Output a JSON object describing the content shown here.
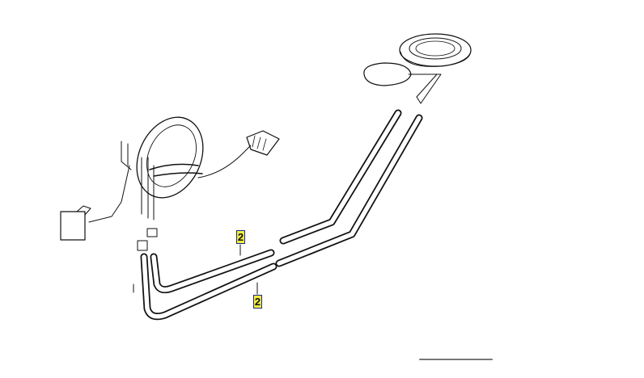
{
  "callouts": [
    {
      "label": "2",
      "part": "hose-upper"
    },
    {
      "label": "2",
      "part": "hose-lower"
    }
  ],
  "colors": {
    "callout_fill": "#f2ee3a",
    "callout_border": "#1a2a8a",
    "line": "#111111"
  }
}
